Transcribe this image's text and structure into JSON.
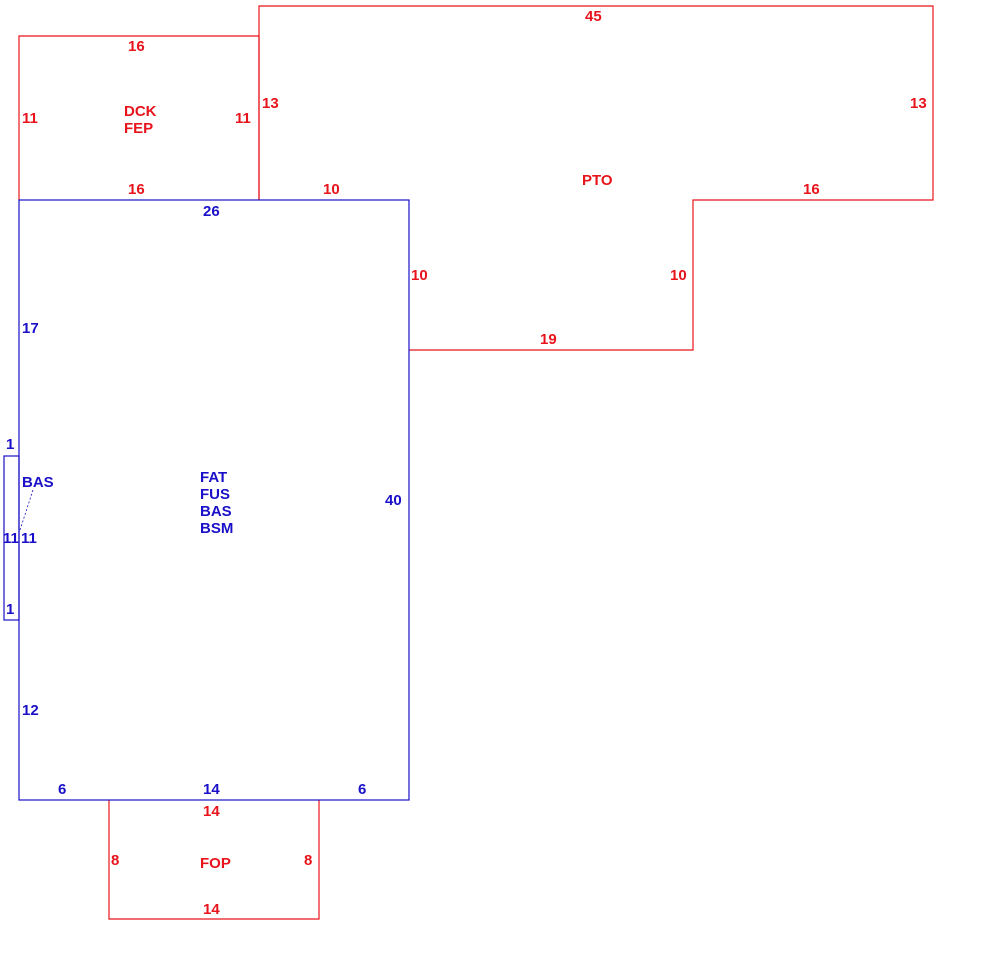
{
  "colors": {
    "red": "#e8141c",
    "blue": "#1a10c8"
  },
  "areas": {
    "dck": [
      "DCK",
      "FEP"
    ],
    "pto": [
      "PTO"
    ],
    "main": [
      "FAT",
      "FUS",
      "BAS",
      "BSM"
    ],
    "bas_small": [
      "BAS"
    ],
    "fop": [
      "FOP"
    ]
  },
  "dims": {
    "dck_top": "16",
    "dck_left": "11",
    "dck_right": "11",
    "dck_bottom": "16",
    "pto_top": "45",
    "pto_left": "13",
    "pto_right": "13",
    "pto_bottom_left": "10",
    "pto_bottom_right": "16",
    "pto_inner_left": "10",
    "pto_inner_right": "10",
    "pto_bottom": "19",
    "main_top": "26",
    "main_left_upper": "17",
    "main_left_lower": "12",
    "main_right": "40",
    "main_bottom_left": "6",
    "main_bottom_mid": "14",
    "main_bottom_right": "6",
    "bas_top": "1",
    "bas_left": "11",
    "bas_right": "11",
    "bas_bottom": "1",
    "fop_top": "14",
    "fop_left": "8",
    "fop_right": "8",
    "fop_bottom": "14"
  }
}
